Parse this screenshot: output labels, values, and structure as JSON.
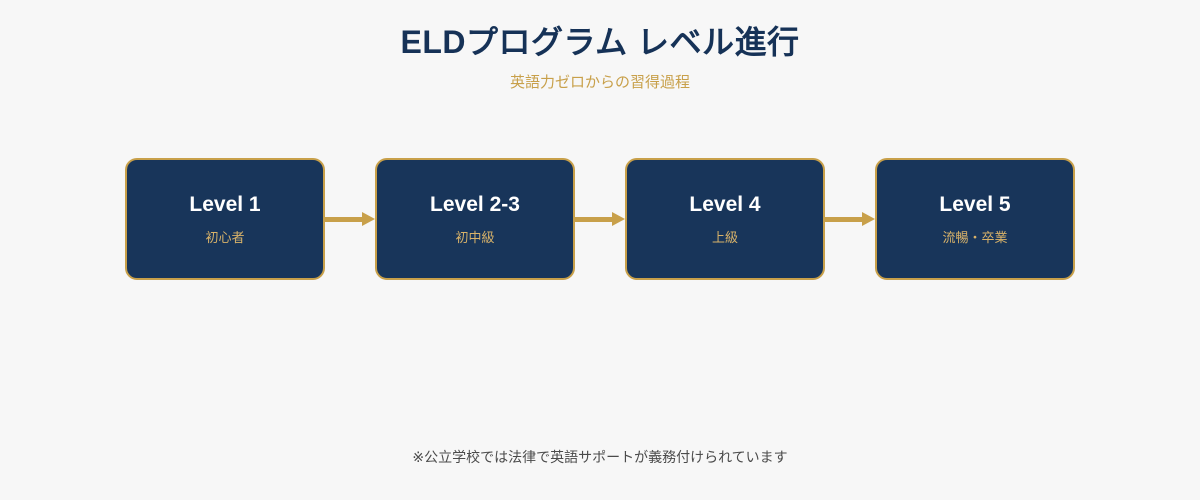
{
  "header": {
    "title": "ELDプログラム レベル進行",
    "subtitle": "英語力ゼロからの習得過程"
  },
  "flow": {
    "nodes": [
      {
        "title": "Level 1",
        "sub": "初心者"
      },
      {
        "title": "Level 2-3",
        "sub": "初中級"
      },
      {
        "title": "Level 4",
        "sub": "上級"
      },
      {
        "title": "Level 5",
        "sub": "流暢・卒業"
      }
    ],
    "arrow_count": 3
  },
  "footnote": {
    "text": "※公立学校では法律で英語サポートが義務付けられています"
  },
  "colors": {
    "background": "#f7f7f7",
    "title": "#163257",
    "accent": "#c8a04a",
    "node_fill": "#18355a",
    "node_text": "#ffffff",
    "node_sub_text": "#d8b269",
    "footnote": "#4a4a4a"
  }
}
